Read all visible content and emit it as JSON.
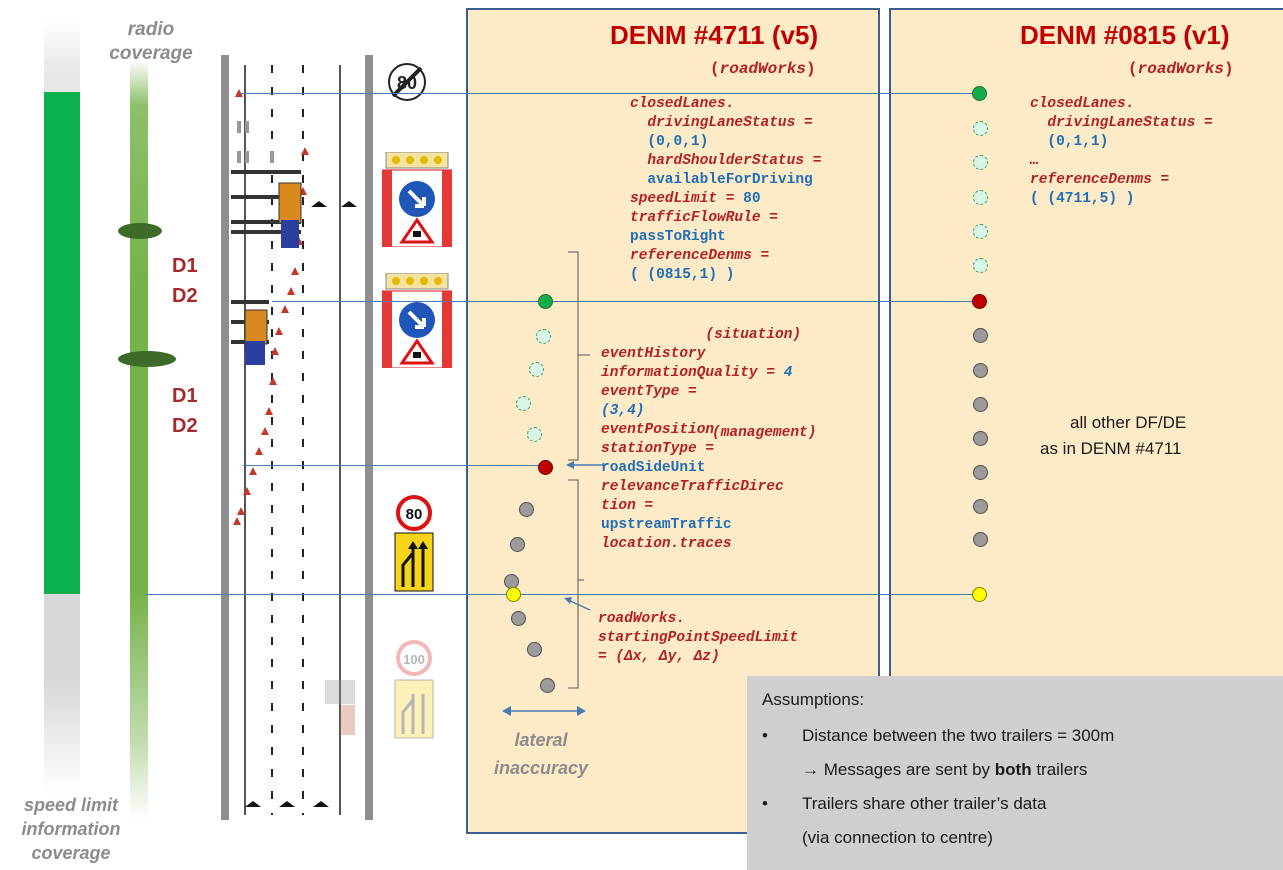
{
  "labels": {
    "radio_coverage_1": "radio",
    "radio_coverage_2": "coverage",
    "speed_limit_1": "speed limit",
    "speed_limit_2": "information",
    "speed_limit_3": "coverage",
    "d1_a": "D1",
    "d2_a": "D2",
    "d1_b": "D1",
    "d2_b": "D2",
    "lateral_1": "lateral",
    "lateral_2": "inaccuracy"
  },
  "signs": {
    "end_limit": "80",
    "speed_80": "80",
    "speed_100": "100"
  },
  "denm_left": {
    "title": "DENM #4711 (v5)",
    "subtitle": "roadWorks",
    "lines": [
      {
        "parts": [
          {
            "t": "closedLanes.",
            "c": "red"
          }
        ]
      },
      {
        "parts": [
          {
            "t": "  drivingLaneStatus =",
            "c": "red"
          }
        ]
      },
      {
        "parts": [
          {
            "t": "  (0,0,1)",
            "c": "blue"
          }
        ]
      },
      {
        "parts": [
          {
            "t": "  hardShoulderStatus =",
            "c": "red"
          }
        ]
      },
      {
        "parts": [
          {
            "t": "  availableForDriving",
            "c": "blue"
          }
        ]
      },
      {
        "parts": [
          {
            "t": "speedLimit = ",
            "c": "red"
          },
          {
            "t": "80",
            "c": "blue"
          }
        ]
      },
      {
        "parts": [
          {
            "t": "trafficFlowRule =",
            "c": "red"
          }
        ]
      },
      {
        "parts": [
          {
            "t": "passToRight",
            "c": "blue"
          }
        ]
      },
      {
        "parts": [
          {
            "t": "referenceDenms =",
            "c": "red"
          }
        ]
      },
      {
        "parts": [
          {
            "t": "( (0815,1) )",
            "c": "blue"
          }
        ]
      }
    ],
    "lower_lines": [
      {
        "parts": [
          {
            "t": "            (situation)",
            "c": "red"
          }
        ]
      },
      {
        "parts": [
          {
            "t": "eventHistory",
            "c": "red"
          }
        ]
      },
      {
        "parts": [
          {
            "t": "informationQuality = ",
            "c": "red"
          },
          {
            "t": "4",
            "c": "blue-i"
          }
        ]
      },
      {
        "parts": [
          {
            "t": "eventType =",
            "c": "red"
          }
        ]
      },
      {
        "parts": [
          {
            "t": "(3,4)",
            "c": "blue-i"
          }
        ]
      },
      {
        "parts": [
          {
            "t": "eventPosition",
            "c": "red"
          }
        ]
      },
      {
        "parts": [
          {
            "t": "stationType =",
            "c": "red"
          }
        ]
      },
      {
        "parts": [
          {
            "t": "roadSideUnit",
            "c": "blue"
          }
        ]
      },
      {
        "parts": [
          {
            "t": "relevanceTrafficDirec",
            "c": "red"
          }
        ]
      },
      {
        "parts": [
          {
            "t": "tion =",
            "c": "red"
          }
        ]
      },
      {
        "parts": [
          {
            "t": "upstreamTraffic",
            "c": "blue"
          }
        ]
      },
      {
        "parts": [
          {
            "t": "location.traces",
            "c": "red"
          }
        ]
      }
    ],
    "management": "(management)",
    "roadworks_lines": [
      {
        "parts": [
          {
            "t": "roadWorks.",
            "c": "red"
          }
        ]
      },
      {
        "parts": [
          {
            "t": "startingPointSpeedLimit",
            "c": "red"
          }
        ]
      },
      {
        "parts": [
          {
            "t": "= (Δx, Δy, Δz)",
            "c": "red"
          }
        ]
      }
    ]
  },
  "denm_right": {
    "title": "DENM #0815 (v1)",
    "subtitle": "roadWorks",
    "lines": [
      {
        "parts": [
          {
            "t": "closedLanes.",
            "c": "red"
          }
        ]
      },
      {
        "parts": [
          {
            "t": "  drivingLaneStatus =",
            "c": "red"
          }
        ]
      },
      {
        "parts": [
          {
            "t": "  (0,1,1)",
            "c": "blue"
          }
        ]
      },
      {
        "parts": [
          {
            "t": "…",
            "c": "red"
          }
        ]
      },
      {
        "parts": [
          {
            "t": "referenceDenms =",
            "c": "red"
          }
        ]
      },
      {
        "parts": [
          {
            "t": "( (4711,5) )",
            "c": "blue"
          }
        ]
      }
    ],
    "other_1": "all other DF/DE",
    "other_2": "as in DENM #4711"
  },
  "assumptions": {
    "heading": "Assumptions:",
    "bullet1": "Distance between the two trailers = 300m",
    "arrow_prefix": "→ Messages are sent by ",
    "arrow_bold": "both",
    "arrow_suffix": " trailers",
    "bullet2": "Trailers share other trailer’s data",
    "bullet2_cont": "(via connection to centre)"
  },
  "colors": {
    "panel_bg": "#fdebc7",
    "panel_border": "#3d5e8c",
    "title_red": "#c00000",
    "code_red": "#b22222",
    "code_blue": "#1f6fb8",
    "coverage_green": "#0ab04c",
    "radio_green": "#7ab648"
  }
}
